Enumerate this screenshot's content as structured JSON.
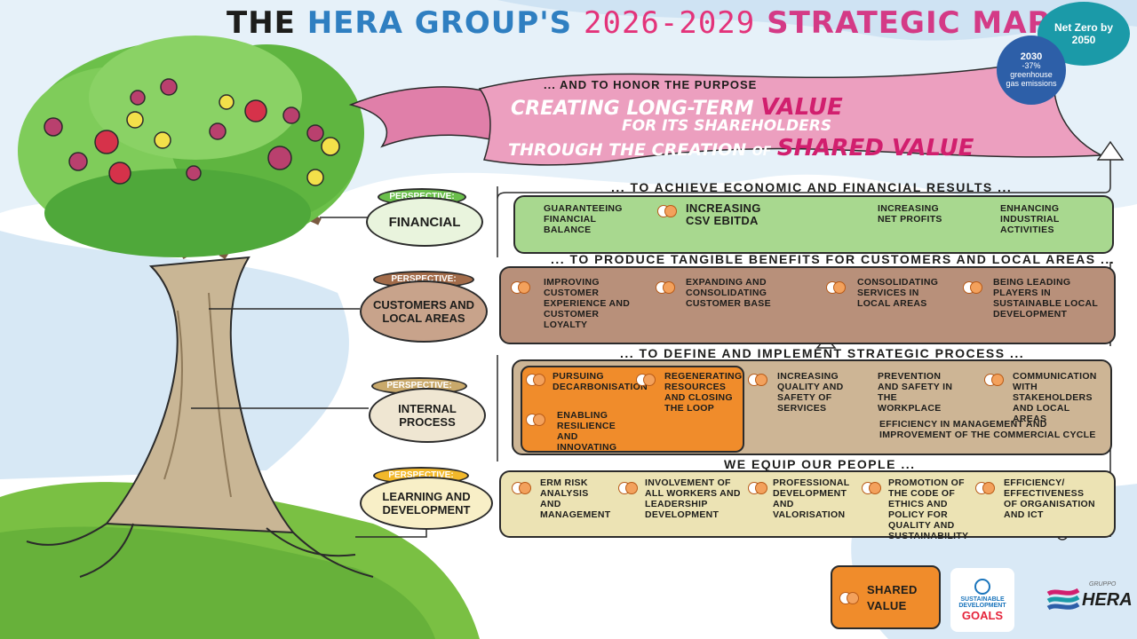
{
  "title": {
    "part1": "THE",
    "part2": "HERA GROUP'S",
    "part3": "2026-2029",
    "part4": "STRATEGIC MAP"
  },
  "badges": {
    "net_zero": "Net Zero by 2050",
    "target_year": "2030",
    "target_value": "-37%",
    "target_text": "greenhouse gas emissions"
  },
  "ribbon": {
    "intro": "... AND TO HONOR THE PURPOSE",
    "line1_a": "CREATING LONG-TERM",
    "line1_b": "VALUE",
    "line2": "FOR ITS SHAREHOLDERS",
    "line3_a": "THROUGH THE CREATION",
    "line3_b": "OF",
    "line3_c": "SHARED VALUE"
  },
  "perspectives": [
    {
      "tag": "PERSPECTIVE:",
      "name": "FINANCIAL",
      "tag_color": "#6abf4b",
      "fill": "#e9f4dd"
    },
    {
      "tag": "PERSPECTIVE:",
      "name": "CUSTOMERS and LOCAL AREAS",
      "tag_color": "#a36c4a",
      "fill": "#c8a38b"
    },
    {
      "tag": "PERSPECTIVE:",
      "name": "INTERNAL PROCESS",
      "tag_color": "#c9a96b",
      "fill": "#efe6d2"
    },
    {
      "tag": "PERSPECTIVE:",
      "name": "LEARNING and DEVELOPMENT",
      "tag_color": "#f2b82a",
      "fill": "#f8efc7"
    }
  ],
  "rows": [
    {
      "header": "... TO ACHIEVE ECONOMIC AND FINANCIAL RESULTS ...",
      "items": [
        "GUARANTEEING FINANCIAL BALANCE",
        "INCREASING CSV EBITDA",
        "INCREASING NET PROFITS",
        "ENHANCING INDUSTRIAL ACTIVITIES"
      ]
    },
    {
      "header": "... TO PRODUCE TANGIBLE BENEFITS FOR CUSTOMERS AND LOCAL AREAS ...",
      "items": [
        "IMPROVING CUSTOMER EXPERIENCE and CUSTOMER LOYALTY",
        "EXPANDING and CONSOLIDATING CUSTOMER BASE",
        "CONSOLIDATING SERVICES IN LOCAL AREAS",
        "BEING LEADING PLAYERS IN SUSTAINABLE LOCAL DEVELOPMENT"
      ]
    },
    {
      "header": "... TO DEFINE AND IMPLEMENT STRATEGIC PROCESS ...",
      "items": [
        "PURSUING DECARBONISATION",
        "REGENERATING RESOURCES and CLOSING THE LOOP",
        "ENABLING RESILIENCE and INNOVATING",
        "INCREASING QUALITY and SAFETY OF SERVICES",
        "PREVENTION and SAFETY IN THE WORKPLACE",
        "COMMUNICATION WITH STAKEHOLDERS and LOCAL AREAS",
        "EFFICIENCY IN MANAGEMENT and IMPROVEMENT OF THE COMMERCIAL CYCLE"
      ]
    },
    {
      "header": "WE EQUIP OUR PEOPLE ...",
      "items": [
        "ERM RISK ANALYSIS and MANAGEMENT",
        "INVOLVEMENT OF all WORKERS and LEADERSHIP DEVELOPMENT",
        "PROFESSIONAL DEVELOPMENT and VALORISATION",
        "PROMOTION OF THE CODE OF ETHICS and POLICY FOR QUALITY and SUSTAINABILITY",
        "EFFICIENCY/ EFFECTIVENESS OF ORGANISATION and ICT"
      ]
    }
  ],
  "legend": {
    "label": "SHARED VALUE"
  },
  "sdg": {
    "line1": "SUSTAINABLE",
    "line2": "DEVELOPMENT",
    "line3": "GOALS"
  },
  "logo": {
    "small": "GRUPPO",
    "name": "HERA"
  },
  "colors": {
    "financial": "#a8d88f",
    "customers": "#b8907a",
    "process": "#cdb595",
    "process_highlight": "#f08c2b",
    "learning": "#ece3b4",
    "ribbon": "#ec9fbf",
    "badge_dark": "#2d5fa8",
    "badge_teal": "#1b9aa8"
  }
}
